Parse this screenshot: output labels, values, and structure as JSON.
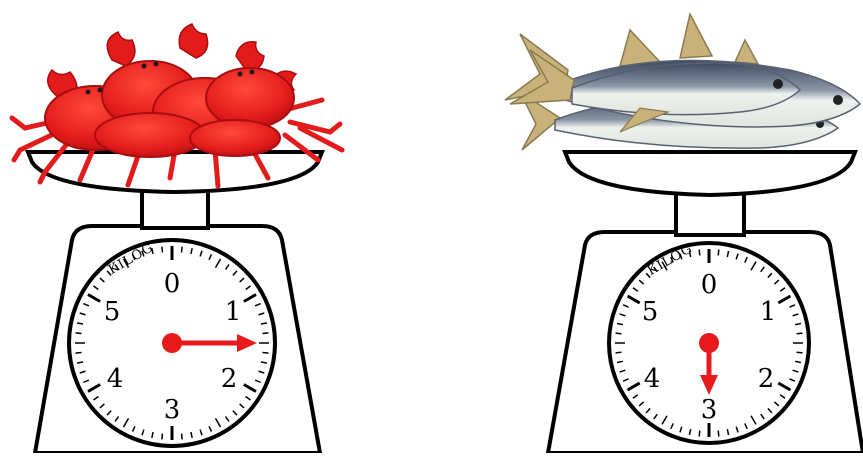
{
  "scales": [
    {
      "id": "left",
      "load": "crabs",
      "dial_word": "KILOG",
      "dial_numbers": [
        "0",
        "1",
        "2",
        "3",
        "4",
        "5"
      ],
      "reading_kg": 1.5,
      "pointer_color": "#e8191c"
    },
    {
      "id": "right",
      "load": "tuna fish",
      "dial_word": "KILOG",
      "dial_numbers": [
        "0",
        "1",
        "2",
        "3",
        "4",
        "5"
      ],
      "reading_kg": 3,
      "pointer_color": "#e8191c"
    }
  ],
  "colors": {
    "outline": "#000000",
    "crab": "#e31b1b",
    "crab_dark": "#b20f12",
    "fish_back": "#3d4a63",
    "fish_belly": "#eef2ee",
    "fish_fin": "#c9b27a"
  }
}
